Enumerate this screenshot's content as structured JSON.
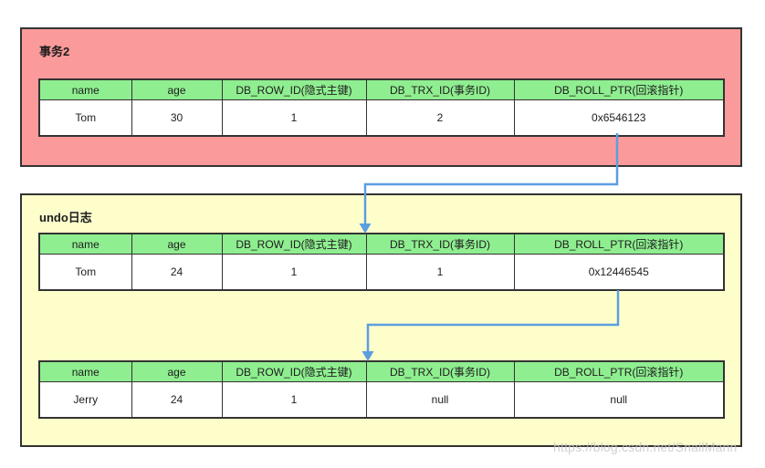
{
  "colors": {
    "transaction_panel_bg": "#fb9a9a",
    "undo_panel_bg": "#fefecb",
    "table_header_bg": "#8fee90",
    "border": "#333333",
    "arrow": "#5b9ee0",
    "watermark": "#c4c4c4"
  },
  "table_columns": [
    "name",
    "age",
    "DB_ROW_ID(隐式主键)",
    "DB_TRX_ID(事务ID)",
    "DB_ROLL_PTR(回滚指针)"
  ],
  "transaction_panel": {
    "title": "事务2",
    "record": {
      "name": "Tom",
      "age": "30",
      "db_row_id": "1",
      "db_trx_id": "2",
      "db_roll_ptr": "0x6546123"
    }
  },
  "undo_panel": {
    "title": "undo日志",
    "record1": {
      "name": "Tom",
      "age": "24",
      "db_row_id": "1",
      "db_trx_id": "1",
      "db_roll_ptr": "0x12446545"
    },
    "record2": {
      "name": "Jerry",
      "age": "24",
      "db_row_id": "1",
      "db_trx_id": "null",
      "db_roll_ptr": "null"
    }
  },
  "watermark_text": "https://blog.csdn.net/SnailMann"
}
